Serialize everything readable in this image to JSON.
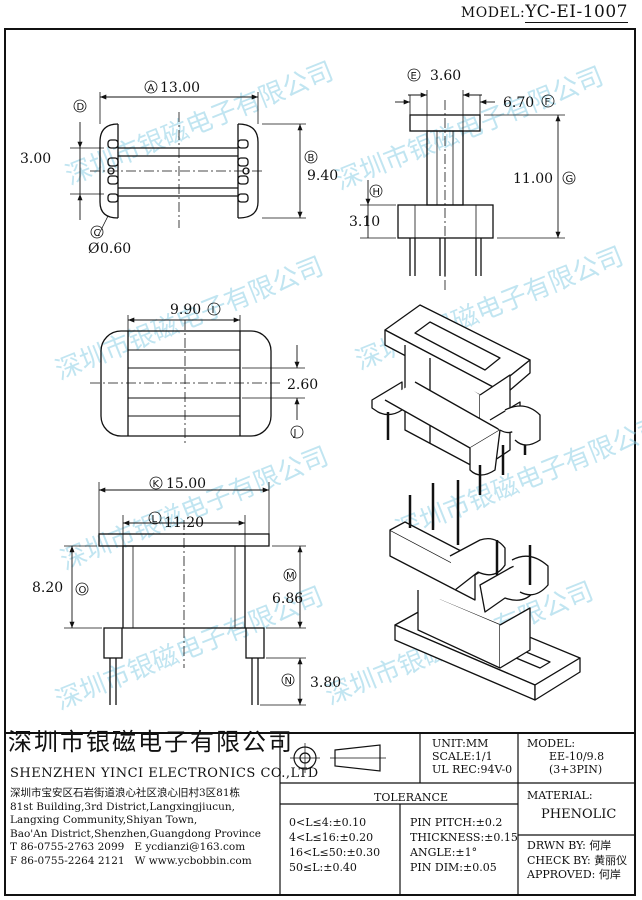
{
  "header": {
    "model_label": "MODEL:",
    "model_value": "YC-EI-1007"
  },
  "dims": {
    "a": "13.00",
    "b": "9.40",
    "d": "3.00",
    "c": "0.60",
    "c_prefix": "Ø",
    "e": "3.60",
    "f": "6.70",
    "g": "11.00",
    "h": "3.10",
    "i": "9.90",
    "j": "2.60",
    "k": "15.00",
    "l": "11.20",
    "o": "8.20",
    "m": "6.86",
    "n": "3.80"
  },
  "markers": {
    "a": "A",
    "b": "B",
    "c": "C",
    "d": "D",
    "e": "E",
    "f": "F",
    "g": "G",
    "h": "H",
    "i": "I",
    "j": "J",
    "k": "K",
    "l": "L",
    "m": "M",
    "n": "N",
    "o": "O"
  },
  "watermark": "深圳市银磁电子有限公司",
  "company": {
    "name_cn": "深圳市银磁电子有限公司",
    "name_en": "SHENZHEN YINCI ELECTRONICS CO.,LTD",
    "address": [
      "深圳市宝安区石岩街道浪心社区浪心旧村3区81栋",
      "81st Building,3rd District,Langxingjiucun,",
      "Langxing Community,Shiyan Town,",
      "Bao'An District,Shenzhen,Guangdong Province"
    ],
    "tel": "T 86-0755-2763 2099",
    "email": "E ycdianzi@163.com",
    "fax": "F 86-0755-2264 2121",
    "web": "W www.ycbobbin.com"
  },
  "specs": {
    "unit": "UNIT:MM",
    "scale": "SCALE:1/1",
    "ul": "UL REC:94V-0"
  },
  "model_box": {
    "label": "MODEL:",
    "line1": "EE-10/9.8",
    "line2": "(3+3PIN)"
  },
  "tolerance": {
    "title": "TOLERANCE",
    "left": [
      "0<L≤4:±0.10",
      "4<L≤16:±0.20",
      "16<L≤50:±0.30",
      "50≤L:±0.40"
    ],
    "right": [
      "PIN PITCH:±0.2",
      "THICKNESS:±0.15",
      "ANGLE:±1°",
      "PIN DIM:±0.05"
    ]
  },
  "material": {
    "label": "MATERIAL:",
    "value": "PHENOLIC"
  },
  "approval": {
    "drawn_label": "DRWN BY:",
    "drawn": "何岸",
    "check_label": "CHECK BY:",
    "check": "黄丽仪",
    "approved_label": "APPROVED:",
    "approved": "何岸"
  }
}
